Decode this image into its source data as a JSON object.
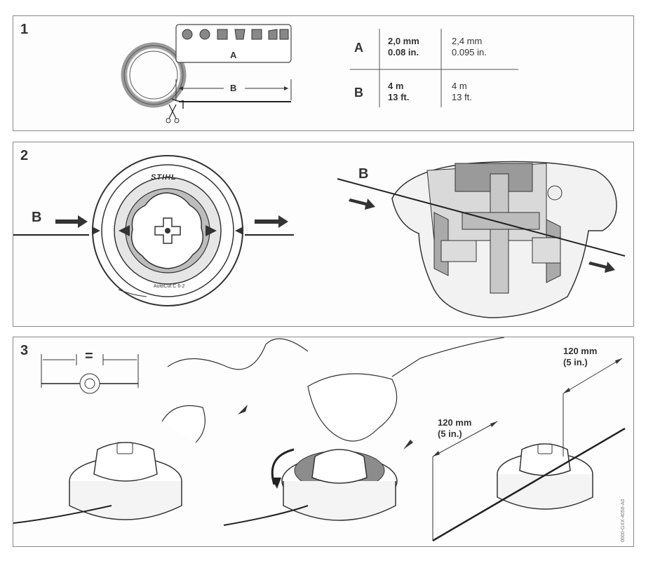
{
  "step1": {
    "number": "1",
    "label_a": "A",
    "label_b": "B",
    "table": {
      "row_a": {
        "label": "A",
        "col1_line1": "2,0 mm",
        "col1_line2": "0.08 in.",
        "col2_line1": "2,4 mm",
        "col2_line2": "0.095 in."
      },
      "row_b": {
        "label": "B",
        "col1_line1": "4 m",
        "col1_line2": "13 ft.",
        "col2_line1": "4 m",
        "col2_line2": "13 ft."
      }
    }
  },
  "step2": {
    "number": "2",
    "label_b_left": "B",
    "label_b_right": "B",
    "brand": "STIHL",
    "head_text": "AutoCut C 6-2"
  },
  "step3": {
    "number": "3",
    "equal_sign": "=",
    "measure_1_line1": "120 mm",
    "measure_1_line2": "(5 in.)",
    "measure_2_line1": "120 mm",
    "measure_2_line2": "(5 in.)",
    "doc_code": "0000-GXX-4056-A0"
  }
}
